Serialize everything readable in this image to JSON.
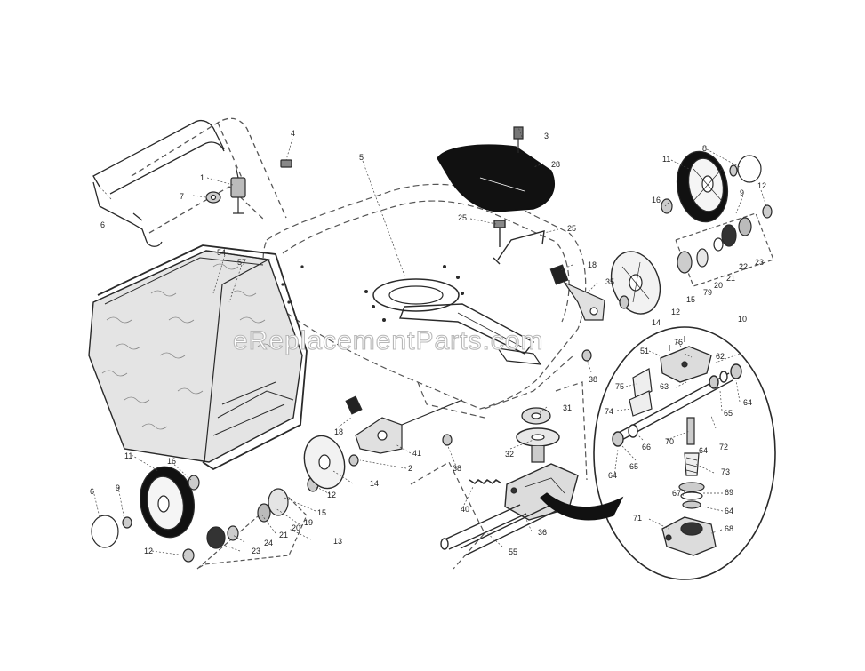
{
  "watermark": "eReplacementParts.com",
  "colors": {
    "line": "#2a2a2a",
    "fill_dark": "#111111",
    "dash": "#555555"
  },
  "callouts": {
    "a1": "1",
    "a2": "2",
    "a3": "3",
    "a4": "4",
    "a5": "5",
    "a6": "6",
    "a6b": "6",
    "a7": "7",
    "a8": "8",
    "a9": "9",
    "a9b": "9",
    "a10": "10",
    "a11": "11",
    "a11b": "11",
    "a12": "12",
    "a12b": "12",
    "a12c": "12",
    "a12d": "12",
    "a13": "13",
    "a14": "14",
    "a14b": "14",
    "a15": "15",
    "a16": "16",
    "a16b": "16",
    "a18": "18",
    "a18b": "18",
    "a19": "19",
    "a20": "20",
    "a20b": "20",
    "a21": "21",
    "a21b": "21",
    "a22": "22",
    "a23": "23",
    "a23b": "23",
    "a24": "24",
    "a25": "25",
    "a25b": "25",
    "a28": "28",
    "a31": "31",
    "a32": "32",
    "a35": "35",
    "a36": "36",
    "a38": "38",
    "a38b": "38",
    "a40": "40",
    "a41": "41",
    "a51": "51",
    "a54": "54",
    "a55": "55",
    "a57": "57",
    "a62": "62",
    "a63": "63",
    "a64": "64",
    "a64b": "64",
    "a64c": "64",
    "a64d": "64",
    "a65": "65",
    "a65b": "65",
    "a66": "66",
    "a67": "67",
    "a68": "68",
    "a69": "69",
    "a70": "70",
    "a71": "71",
    "a72": "72",
    "a73": "73",
    "a74": "74",
    "a75": "75",
    "a76": "76",
    "a79": "79"
  }
}
